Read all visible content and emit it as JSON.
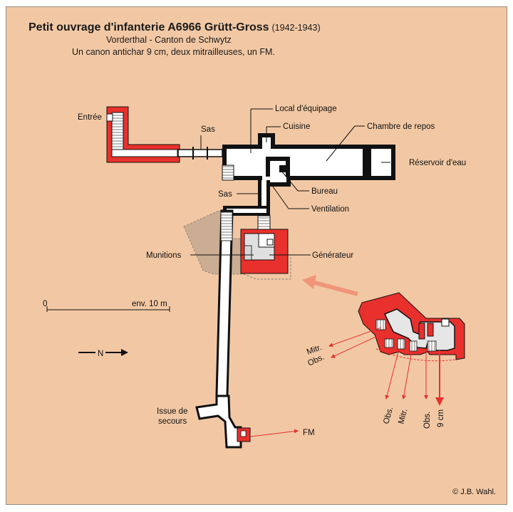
{
  "title": {
    "main": "Petit ouvrage d'infanterie A6966 Grütt-Gross",
    "years": "(1942-1943)",
    "subtitle_1": "Vorderthal - Canton de Schwytz",
    "subtitle_2": "Un canon antichar 9 cm, deux mitrailleuses, un FM."
  },
  "labels": {
    "entree": "Entrée",
    "sas_top": "Sas",
    "local_equipage": "Local d'équipage",
    "cuisine": "Cuisine",
    "chambre_repos": "Chambre de repos",
    "reservoir": "Réservoir d'eau",
    "sas_mid": "Sas",
    "bureau": "Bureau",
    "ventilation": "Ventilation",
    "munitions": "Munitions",
    "generateur": "Générateur",
    "issue_line1": "Issue de",
    "issue_line2": "secours",
    "fm": "FM"
  },
  "scale": {
    "zero": "0",
    "end": "env. 10 m"
  },
  "north": "N",
  "embrasures": {
    "mitr_left": "Mitr.",
    "obs_left": "Obs.",
    "obs_b1": "Obs.",
    "mitr_b": "Mitr.",
    "obs_b2": "Obs.",
    "canon": "9 cm"
  },
  "copyright": "© J.B. Wahl.",
  "colors": {
    "background": "#f2c8a4",
    "red": "#e8302c",
    "wall": "#111111",
    "room": "#ffffff",
    "hatch": "#b0a090",
    "arrow": "#f0957a"
  }
}
